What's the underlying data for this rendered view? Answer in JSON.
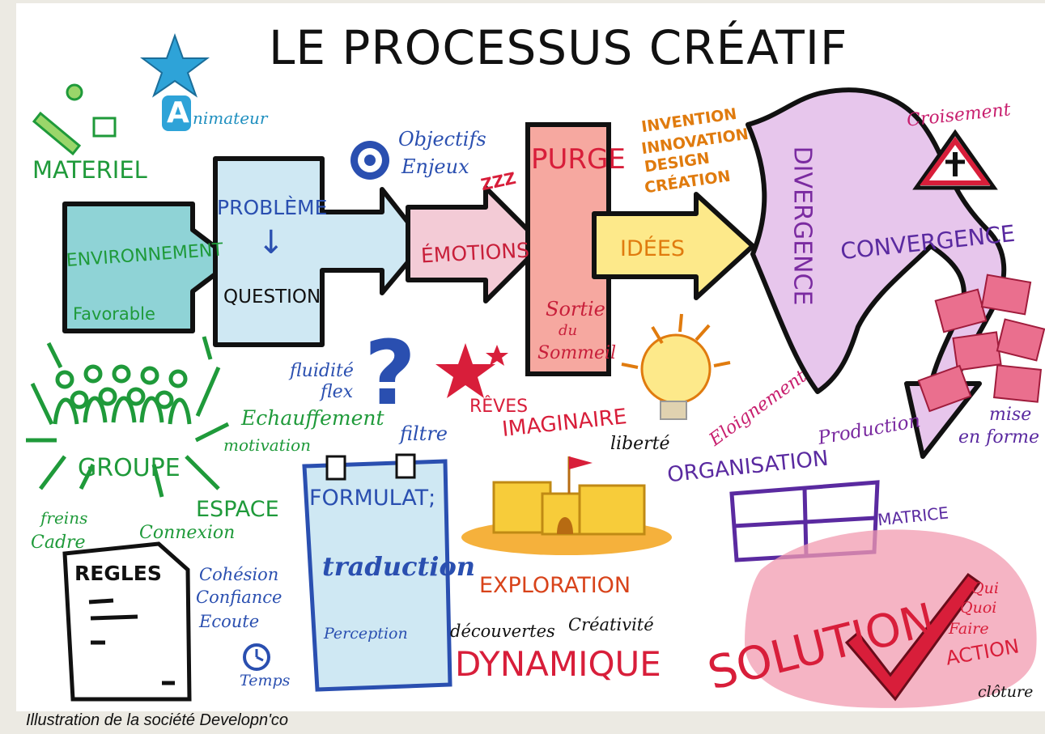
{
  "title": "LE PROCESSUS CRÉATIF",
  "caption": "Illustration de la société Developn'co",
  "labels": {
    "animateur": "nimateur",
    "animateur_letter": "A",
    "materiel": "MATERIEL",
    "environnement": "ENVIRONNEMENT",
    "favorable": "Favorable",
    "probleme": "PROBLÈME",
    "question": "QUESTION",
    "objectifs": "Objectifs",
    "enjeux": "Enjeux",
    "zzz": "ZZZ",
    "purge": "PURGE",
    "emotions": "ÉMOTIONS",
    "sortie": "Sortie",
    "du": "du",
    "sommeil": "Sommeil",
    "invention": "INVENTION",
    "innovation": "INNOVATION",
    "design": "DESIGN",
    "creation": "CRÉATION",
    "idees": "IDÉES",
    "divergence": "DIVERGENCE",
    "croisement": "Croisement",
    "convergence": "CONVERGENCE",
    "fluidite": "fluidité",
    "flex": "flex",
    "echauffement": "Echauffement",
    "motivation": "motivation",
    "filtre": "filtre",
    "reves": "RÊVES",
    "imaginaire": "IMAGINAIRE",
    "liberte": "liberté",
    "eloignement": "Eloignement",
    "organisation": "ORGANISATION",
    "production": "Production",
    "mise": "mise",
    "en_forme": "en forme",
    "groupe": "GROUPE",
    "espace": "ESPACE",
    "freins": "freins",
    "cadre": "Cadre",
    "connexion": "Connexion",
    "regles": "REGLES",
    "cohesion": "Cohésion",
    "confiance": "Confiance",
    "ecoute": "Ecoute",
    "temps": "Temps",
    "formulati": "FORMULAT;",
    "traduction": "traduction",
    "perception": "Perception",
    "exploration": "EXPLORATION",
    "decouvertes": "découvertes",
    "creativite": "Créativité",
    "dynamique": "DYNAMIQUE",
    "matrice": "MATRICE",
    "solution": "SOLUTION",
    "qui": "Qui",
    "quoi": "Quoi",
    "faire": "Faire",
    "action": "ACTION",
    "cloture": "clôture"
  },
  "colors": {
    "ink": "#111111",
    "green": "#1f9a3a",
    "teal_fill": "#8fd3d6",
    "blue": "#2a4fb0",
    "lightblue_fill": "#cfe8f3",
    "pink_fill": "#f3cbd6",
    "salmon_fill": "#f6a8a0",
    "red": "#d81e3a",
    "yellow_fill": "#fde98a",
    "lilac_fill": "#e7c6ec",
    "purple": "#7a2aa0",
    "orange": "#e07b0e",
    "magenta": "#c81f6e",
    "rose_fill": "#f19bb0"
  }
}
